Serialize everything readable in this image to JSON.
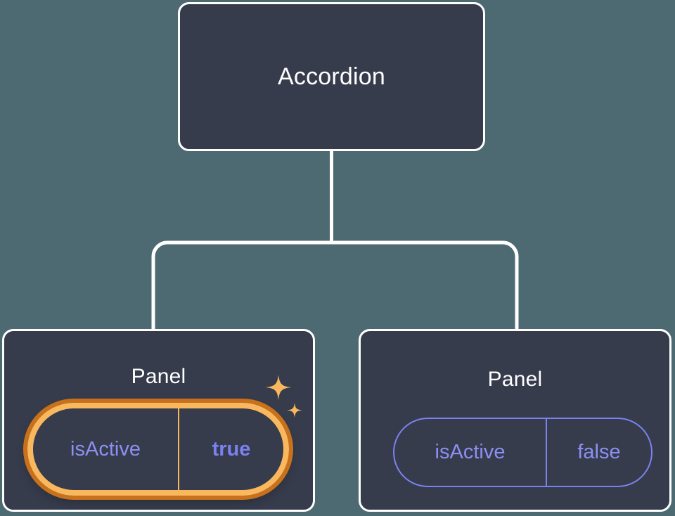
{
  "canvas": {
    "background_color": "#4d6a72",
    "node_fill_color": "#363c4c",
    "node_border_color": "#ffffff",
    "accent_indigo": "#7b82f0",
    "accent_amber": "#f9b75e",
    "accent_orange_ring": "#c8711c"
  },
  "tree": {
    "root": {
      "label": "Accordion"
    },
    "children": [
      {
        "label": "Panel",
        "highlighted": true,
        "prop": {
          "key": "isActive",
          "value": "true"
        },
        "decoration": "sparkles-icon"
      },
      {
        "label": "Panel",
        "highlighted": false,
        "prop": {
          "key": "isActive",
          "value": "false"
        }
      }
    ]
  }
}
